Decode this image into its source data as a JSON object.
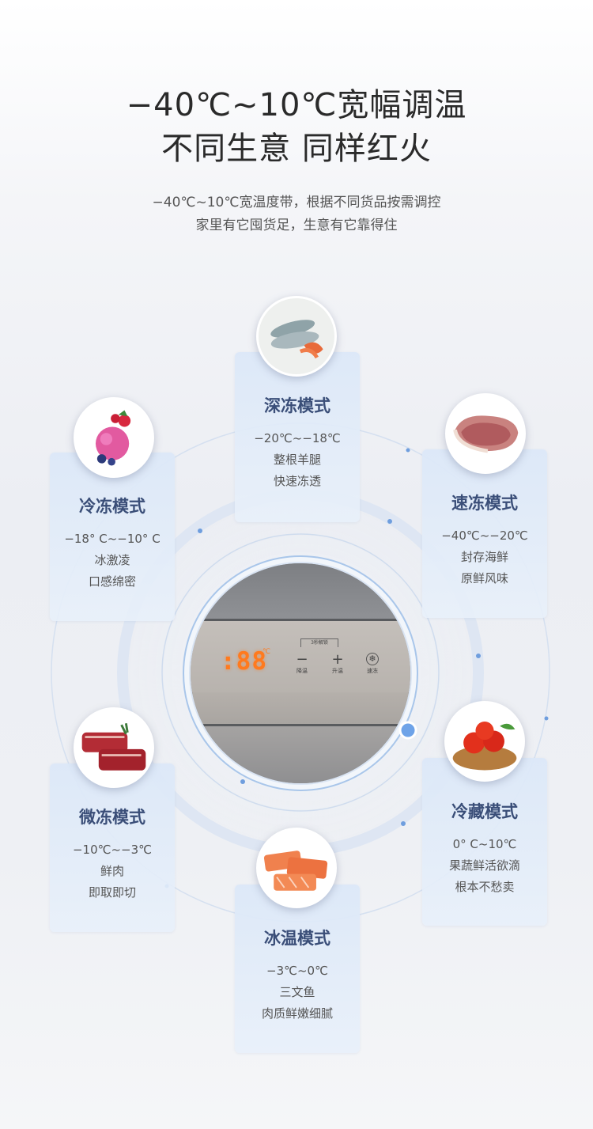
{
  "header": {
    "title_line1": "−40℃~10℃宽幅调温",
    "title_line2": "不同生意  同样红火",
    "subtitle_line1": "−40℃~10℃宽温度带，根据不同货品按需调控",
    "subtitle_line2": "家里有它囤货足，生意有它靠得住"
  },
  "modes": [
    {
      "name": "深冻模式",
      "range": "−20℃~−18℃",
      "line1": "整根羊腿",
      "line2": "快速冻透",
      "icon": "seafood-photo"
    },
    {
      "name": "冷冻模式",
      "range": "−18° C~−10° C",
      "line1": "冰激凌",
      "line2": "口感绵密",
      "icon": "ice-cream-photo"
    },
    {
      "name": "速冻模式",
      "range": "−40℃~−20℃",
      "line1": "封存海鲜",
      "line2": "原鲜风味",
      "icon": "pork-chop-photo"
    },
    {
      "name": "微冻模式",
      "range": "−10℃~−3℃",
      "line1": "鲜肉",
      "line2": "即取即切",
      "icon": "beef-photo"
    },
    {
      "name": "冷藏模式",
      "range": "0° C~10℃",
      "line1": "果蔬鲜活欲滴",
      "line2": "根本不愁卖",
      "icon": "tomato-photo"
    },
    {
      "name": "冰温模式",
      "range": "−3℃~0℃",
      "line1": "三文鱼",
      "line2": "肉质鲜嫩细腻",
      "icon": "salmon-photo"
    }
  ],
  "panel": {
    "display": ":88",
    "unit": "℃",
    "lock_label": "3秒解锁",
    "buttons": [
      {
        "glyph": "−",
        "label": "降温"
      },
      {
        "glyph": "+",
        "label": "升温"
      },
      {
        "glyph": "❄",
        "label": "速冻"
      }
    ]
  },
  "colors": {
    "accent": "#3a4e78",
    "card": "#dce8f8",
    "display": "#ff7a1e"
  }
}
